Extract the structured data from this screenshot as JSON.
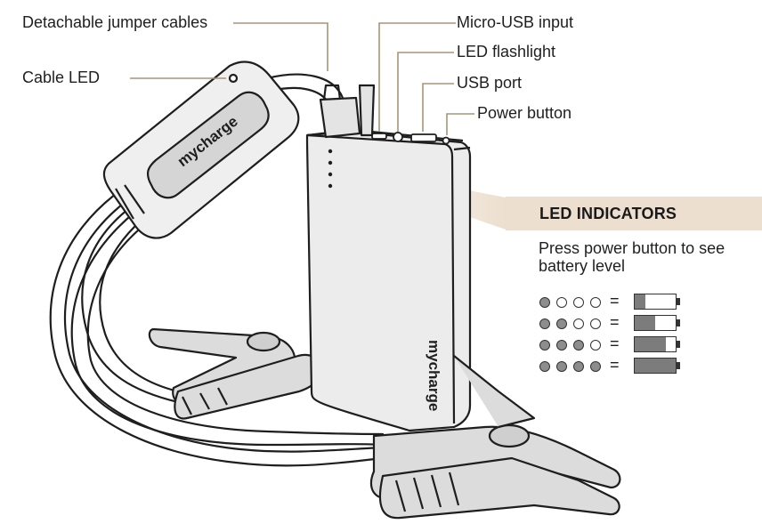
{
  "labels": {
    "jumper_cables": "Detachable jumper cables",
    "cable_led": "Cable LED",
    "micro_usb": "Micro-USB input",
    "flashlight": "LED flashlight",
    "usb_port": "USB port",
    "power_button": "Power button"
  },
  "brand": "mycharge",
  "callout": {
    "title": "LED INDICATORS",
    "description": "Press power button to see battery level"
  },
  "legend": {
    "equals": "=",
    "rows": [
      {
        "lit": 1,
        "charge": 0.25
      },
      {
        "lit": 2,
        "charge": 0.5
      },
      {
        "lit": 3,
        "charge": 0.75
      },
      {
        "lit": 4,
        "charge": 1.0
      }
    ]
  },
  "colors": {
    "leader": "#a89478",
    "callout_bg": "#ecdfcf",
    "outline": "#1e1e1e",
    "device_fill": "#e6e6e6",
    "clip_fill": "#dcdcdc",
    "dot_on": "#8d8d8d",
    "battery_fill": "#7c7c7c"
  }
}
